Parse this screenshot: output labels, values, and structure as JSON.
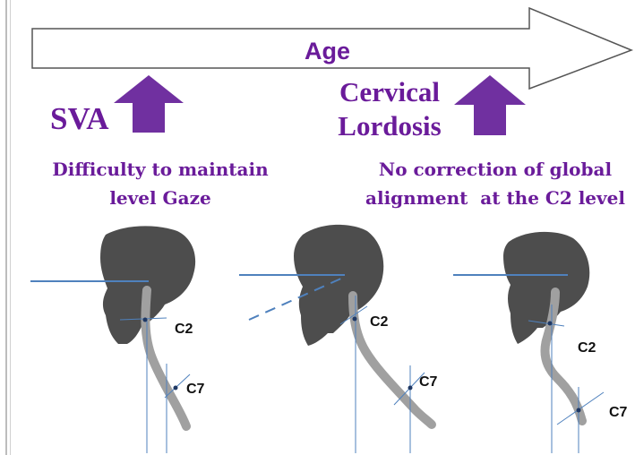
{
  "arrow": {
    "label": "Age"
  },
  "left_indicator": {
    "label": "SVA"
  },
  "right_indicator": {
    "line1": "Cervical",
    "line2": "Lordosis"
  },
  "captions": {
    "left": {
      "line1": "Difficulty to maintain",
      "line2": "level Gaze"
    },
    "right": {
      "line1": "No correction of global",
      "line2": "alignment  at the C2 level"
    }
  },
  "levels": {
    "fig1": {
      "upper": "C2",
      "lower": "C7"
    },
    "fig2": {
      "upper": "C2",
      "lower": "C7"
    },
    "fig3": {
      "upper": "C2",
      "lower": "C7"
    }
  },
  "colors": {
    "purple": "#6a1b9a",
    "up_arrow": "#7030a0",
    "head": "#4d4d4d",
    "spine": "#a0a0a0",
    "lines": "#4f81bd",
    "text_dark": "#111111"
  }
}
